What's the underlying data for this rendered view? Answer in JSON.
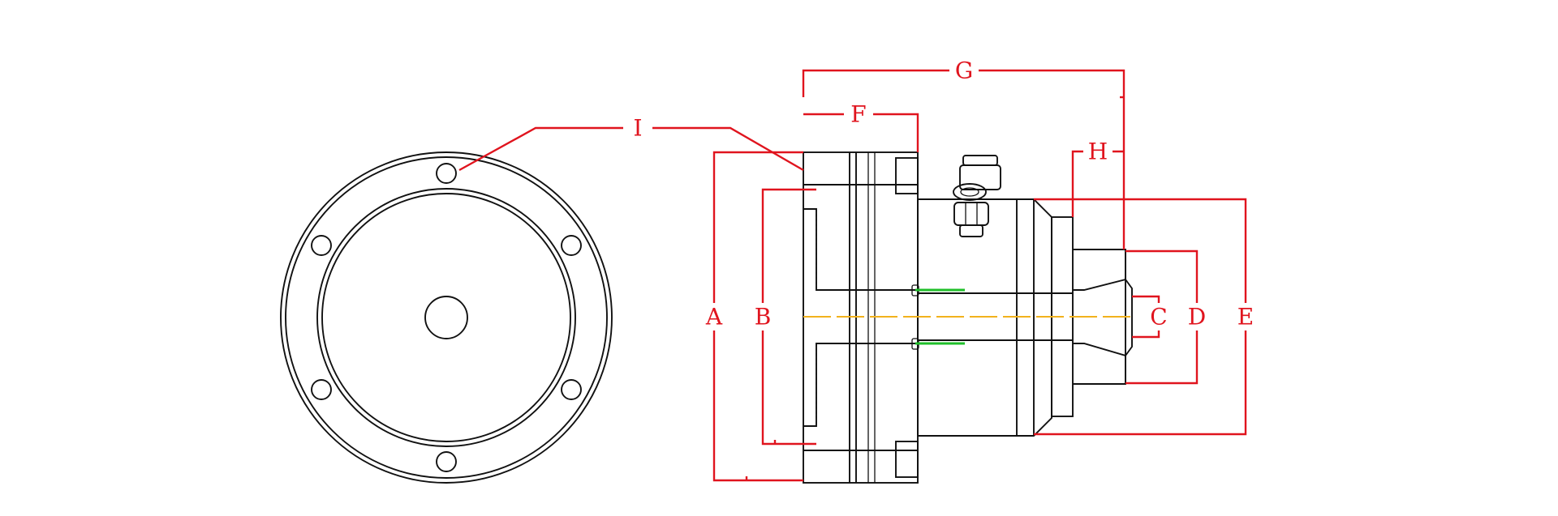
{
  "labels": {
    "A": "A",
    "B": "B",
    "C": "C",
    "D": "D",
    "E": "E",
    "F": "F",
    "G": "G",
    "H": "H",
    "I": "I"
  },
  "colors": {
    "dimension": "#e0141e",
    "outline": "#111111",
    "centerline": "#f2b21c",
    "highlight": "#1fbf2a"
  }
}
